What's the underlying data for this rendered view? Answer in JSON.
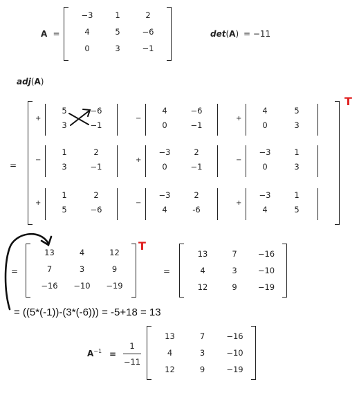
{
  "matrix_a": {
    "label": "A",
    "equals": "=",
    "rows": [
      [
        "−3",
        "1",
        "2"
      ],
      [
        "4",
        "5",
        "−6"
      ],
      [
        "0",
        "3",
        "−1"
      ]
    ]
  },
  "determinant": {
    "func": "det",
    "paren_open": "(",
    "arg": "A",
    "paren_close": ")",
    "result": "= −11"
  },
  "adjugate": {
    "func": "adj",
    "paren_open": "(",
    "arg": "A",
    "paren_close": ")",
    "equals": "=",
    "transpose_mark": "T",
    "cofactors": [
      [
        {
          "sign": "+",
          "m": [
            [
              "5",
              "−6"
            ],
            [
              "3",
              "−1"
            ]
          ]
        },
        {
          "sign": "−",
          "m": [
            [
              "4",
              "−6"
            ],
            [
              "0",
              "−1"
            ]
          ]
        },
        {
          "sign": "+",
          "m": [
            [
              "4",
              "5"
            ],
            [
              "0",
              "3"
            ]
          ]
        }
      ],
      [
        {
          "sign": "−",
          "m": [
            [
              "1",
              "2"
            ],
            [
              "3",
              "−1"
            ]
          ]
        },
        {
          "sign": "+",
          "m": [
            [
              "−3",
              "2"
            ],
            [
              "0",
              "−1"
            ]
          ]
        },
        {
          "sign": "−",
          "m": [
            [
              "−3",
              "1"
            ],
            [
              "0",
              "3"
            ]
          ]
        }
      ],
      [
        {
          "sign": "+",
          "m": [
            [
              "1",
              "2"
            ],
            [
              "5",
              "−6"
            ]
          ]
        },
        {
          "sign": "−",
          "m": [
            [
              "−3",
              "2"
            ],
            [
              "4",
              "-6"
            ]
          ]
        },
        {
          "sign": "+",
          "m": [
            [
              "−3",
              "1"
            ],
            [
              "4",
              "5"
            ]
          ]
        }
      ]
    ]
  },
  "cofactor_matrix": {
    "equals": "=",
    "transpose_mark": "T",
    "rows": [
      [
        "13",
        "4",
        "12"
      ],
      [
        "7",
        "3",
        "9"
      ],
      [
        "−16",
        "−10",
        "−19"
      ]
    ]
  },
  "adjoint_matrix": {
    "equals": "=",
    "rows": [
      [
        "13",
        "7",
        "−16"
      ],
      [
        "4",
        "3",
        "−10"
      ],
      [
        "12",
        "9",
        "−19"
      ]
    ]
  },
  "handwritten_note": "= ((5*(-1))-(3*(-6))) = -5+18 = 13",
  "inverse": {
    "label": "A",
    "superscript": "−1",
    "equals": "=",
    "fraction_num": "1",
    "fraction_den": "−11",
    "rows": [
      [
        "13",
        "7",
        "−16"
      ],
      [
        "4",
        "3",
        "−10"
      ],
      [
        "12",
        "9",
        "−19"
      ]
    ]
  },
  "colors": {
    "ink": "#222222",
    "annotation_red": "#e02020"
  }
}
